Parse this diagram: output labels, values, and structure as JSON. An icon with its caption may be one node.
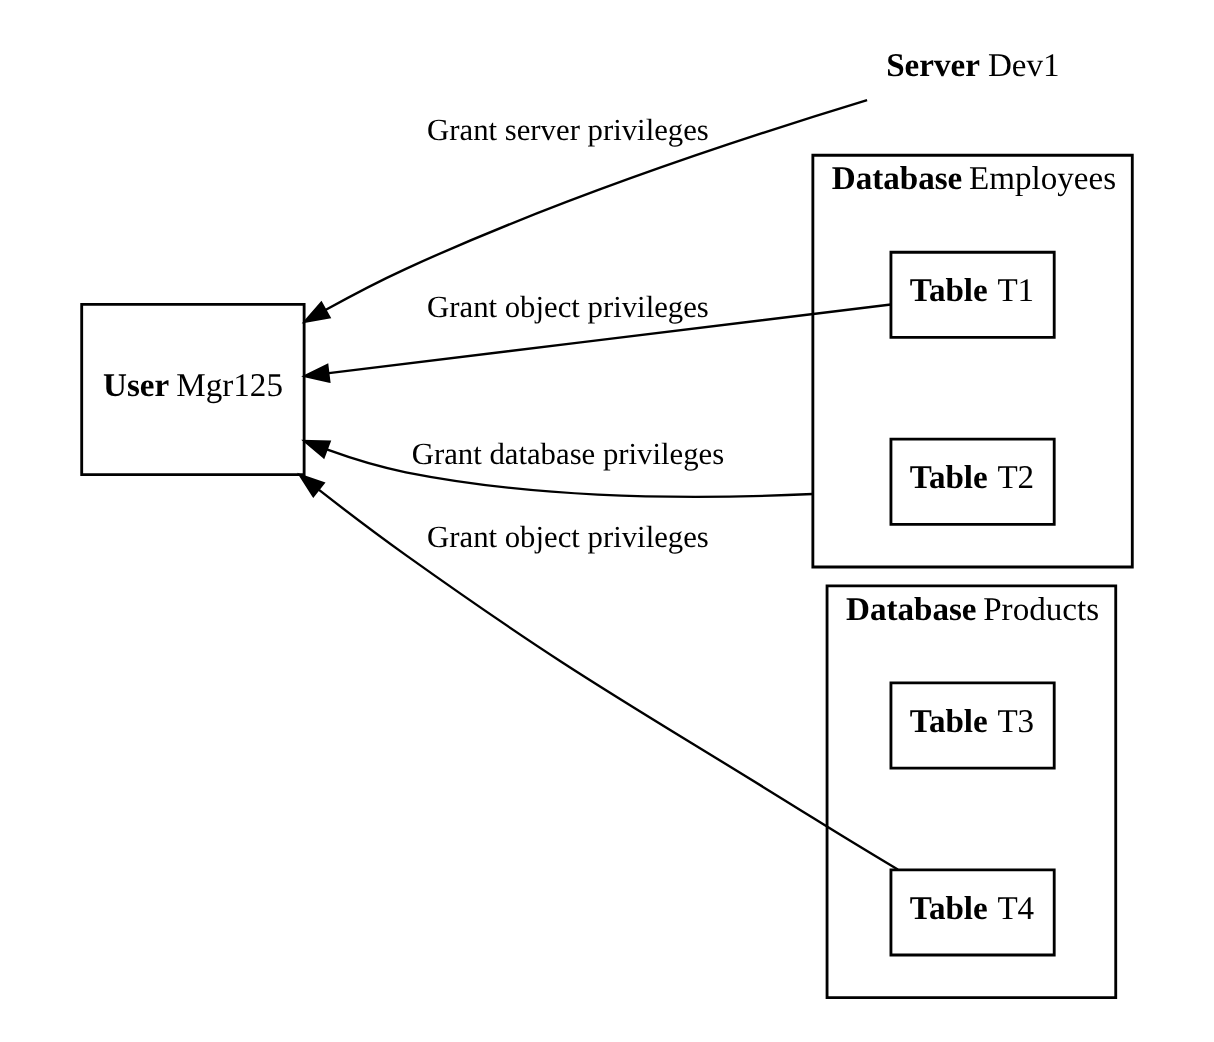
{
  "diagram": {
    "nodes": [
      {
        "text": [
          "**Server** Dev1"
        ]
      },
      {
        "text": [
          "**Database** Employees"
        ]
      },
      {
        "text": [
          "**Table** T1"
        ],
        "in": 1
      },
      {
        "text": [
          "**Table** T2"
        ],
        "in": 1
      },
      {
        "text": [
          "**User** Mgr125"
        ]
      },
      {
        "text": [
          "**Database** Products"
        ]
      },
      {
        "text": [
          "**Table** T3"
        ],
        "in": 5
      },
      {
        "text": [
          "**Table** T4"
        ],
        "in": 5
      }
    ],
    "edges": [
      {
        "from": 0,
        "to": 4,
        "arrow": "to",
        "label": "Grant server privileges"
      },
      {
        "from": 1,
        "to": 4,
        "arrow": "to",
        "label": "Grant database privileges"
      },
      {
        "from": 2,
        "to": 4,
        "arrow": "to",
        "label": "Grant object privileges"
      },
      {
        "from": 7,
        "to": 4,
        "arrow": "to",
        "label": "Grant object privileges"
      }
    ]
  }
}
